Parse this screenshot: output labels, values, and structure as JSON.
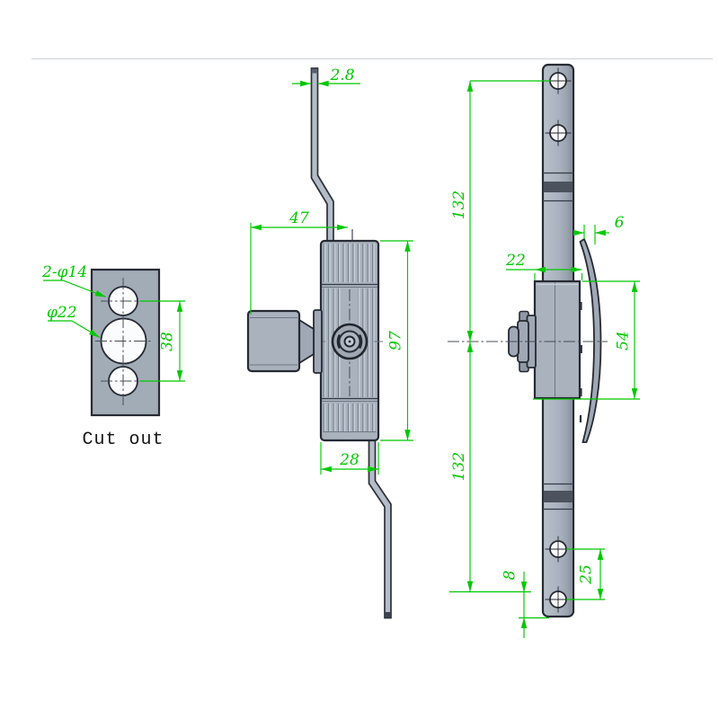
{
  "drawing": {
    "type": "engineering-dimension-drawing",
    "colors": {
      "background": "#ffffff",
      "part_fill": "#a9b2bd",
      "outline": "#262a33",
      "dimension": "#00c800",
      "dark_band": "#4c535e"
    }
  },
  "cutout_view": {
    "caption": "Cut out",
    "small_holes_label": "2-φ14",
    "large_hole_label": "φ22",
    "hole_spacing": "38"
  },
  "front_view": {
    "rod_thickness": "2.8",
    "handle_length": "47",
    "body_height": "97",
    "body_width": "28"
  },
  "side_view": {
    "upper_rod": "132",
    "lower_rod": "132",
    "cam_thickness": "6",
    "body_depth": "22",
    "body_side_height": "54",
    "hole_pitch": "25",
    "hole_to_end": "8"
  }
}
